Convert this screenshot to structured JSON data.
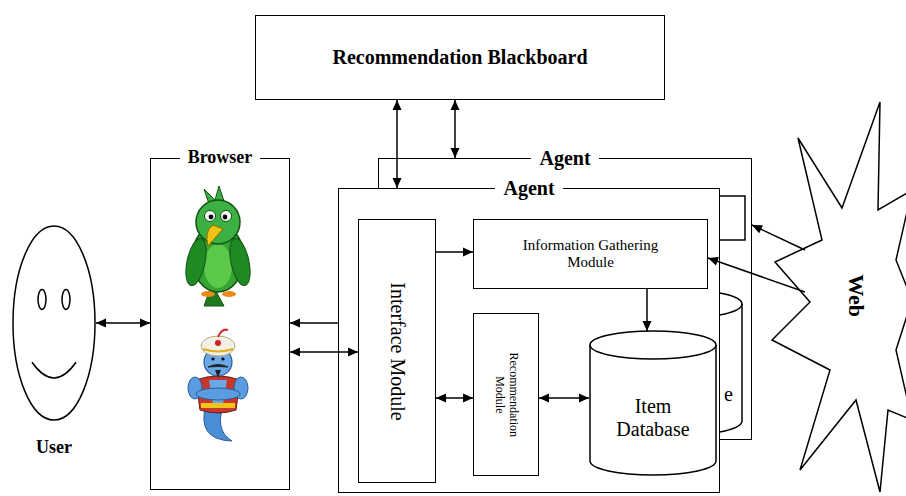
{
  "diagram": {
    "nodes": [
      {
        "text": [
          "User"
        ]
      },
      {
        "text": [
          "Browser"
        ]
      },
      {
        "text": [
          "Recommendation Blackboard"
        ]
      },
      {
        "text": [
          "Agent"
        ]
      },
      {
        "text": [
          "Agent"
        ]
      },
      {
        "text": [
          "Interface Module"
        ],
        "in": 4
      },
      {
        "text": [
          "Information Gathering Module"
        ],
        "in": 4
      },
      {
        "text": [
          "Recommendation Module"
        ],
        "in": 4
      },
      {
        "text": [
          "Item Database"
        ],
        "in": 4
      },
      {
        "text": [
          "Web"
        ]
      }
    ],
    "edges": [
      {
        "from": 0,
        "to": 1,
        "arrow": "both"
      },
      {
        "from": 2,
        "to": 4,
        "arrow": "both"
      },
      {
        "from": 2,
        "to": 3,
        "arrow": "both"
      },
      {
        "from": 4,
        "to": 1,
        "arrow": "to"
      },
      {
        "from": 1,
        "to": 5,
        "arrow": "both"
      },
      {
        "from": 5,
        "to": 6,
        "arrow": "to"
      },
      {
        "from": 6,
        "to": 8,
        "arrow": "to"
      },
      {
        "from": 5,
        "to": 7,
        "arrow": "both"
      },
      {
        "from": 7,
        "to": 8,
        "arrow": "both"
      },
      {
        "from": 9,
        "to": 3,
        "arrow": "to"
      },
      {
        "from": 9,
        "to": 6,
        "arrow": "to"
      }
    ],
    "labels": [
      "e"
    ]
  }
}
